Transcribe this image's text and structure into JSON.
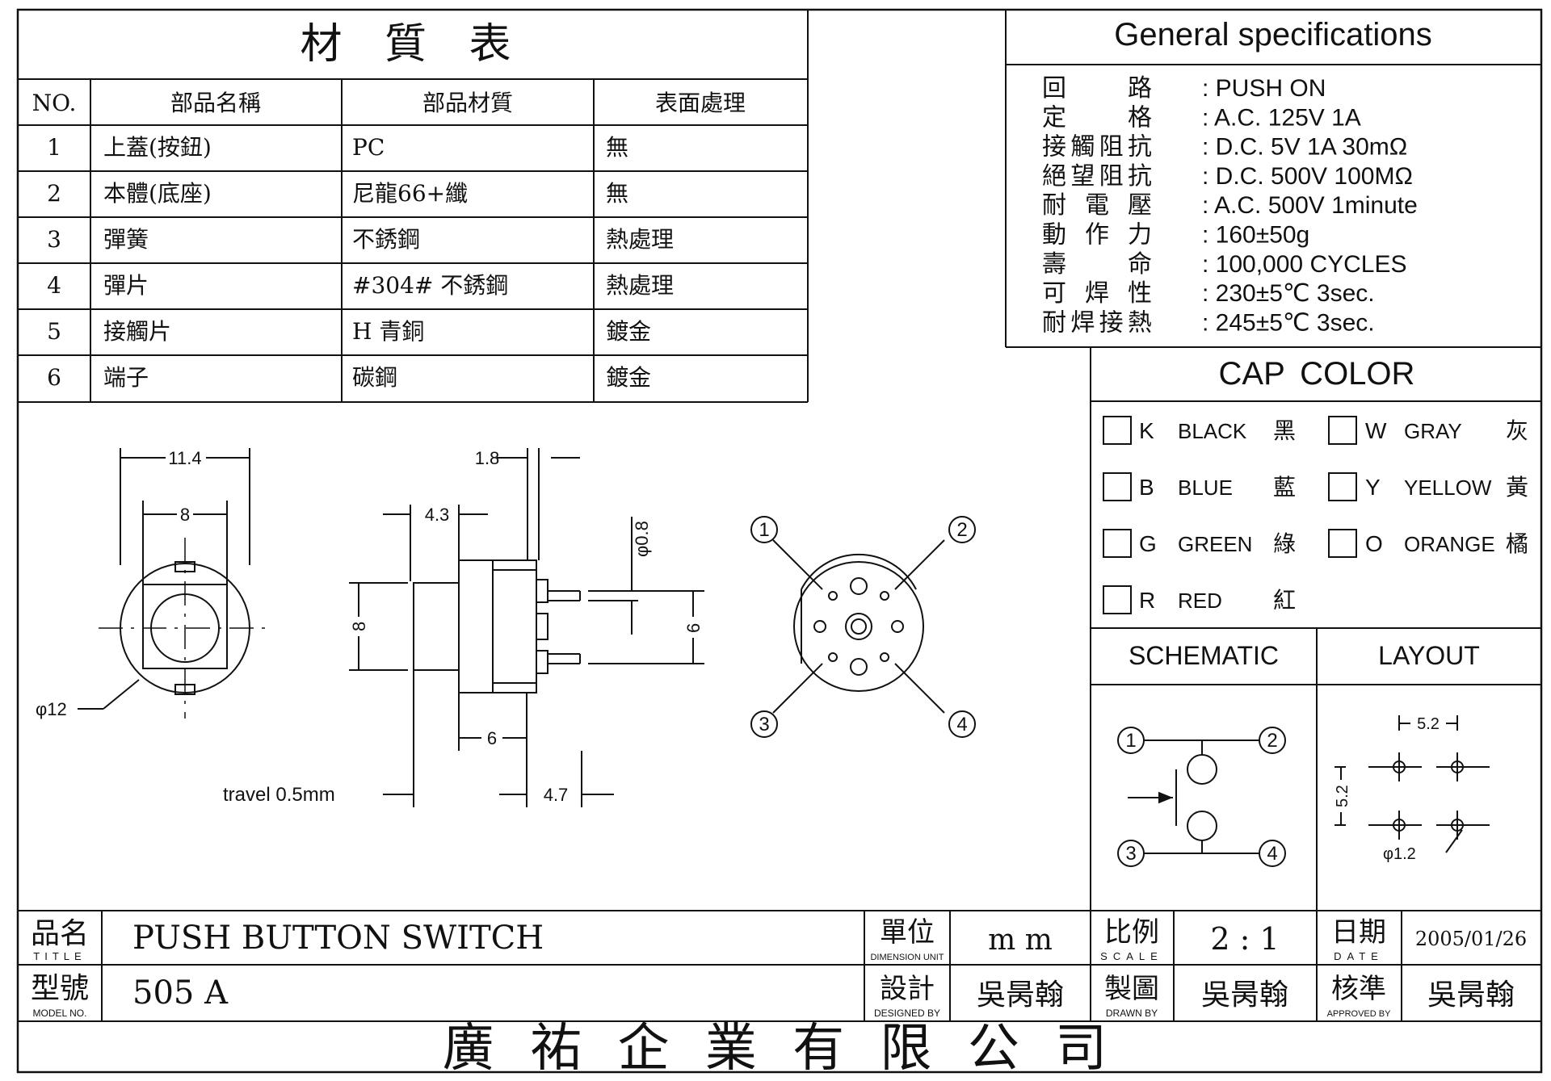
{
  "material_table": {
    "title": "材 質 表",
    "headers": [
      "NO.",
      "部品名稱",
      "部品材質",
      "表面處理"
    ],
    "rows": [
      [
        "1",
        "上蓋(按鈕)",
        "PC",
        "無"
      ],
      [
        "2",
        "本體(底座)",
        "尼龍66+纖",
        "無"
      ],
      [
        "3",
        "彈簧",
        "不銹鋼",
        "熱處理"
      ],
      [
        "4",
        "彈片",
        "#304# 不銹鋼",
        "熱處理"
      ],
      [
        "5",
        "接觸片",
        "H 青銅",
        "鍍金"
      ],
      [
        "6",
        "端子",
        "碳鋼",
        "鍍金"
      ]
    ]
  },
  "general_specs": {
    "title": "General specifications",
    "rows": [
      {
        "label": "回 路",
        "value": ": PUSH ON"
      },
      {
        "label": "定 格",
        "value": ": A.C. 125V 1A"
      },
      {
        "label": "接觸阻抗",
        "value": ": D.C. 5V 1A 30mΩ"
      },
      {
        "label": "絕望阻抗",
        "value": ": D.C. 500V 100MΩ"
      },
      {
        "label": "耐 電 壓",
        "value": ": A.C. 500V 1minute"
      },
      {
        "label": "動 作 力",
        "value": ": 160±50g"
      },
      {
        "label": "壽 命",
        "value": ": 100,000 CYCLES"
      },
      {
        "label": "可 焊 性",
        "value": ": 230±5℃ 3sec."
      },
      {
        "label": "耐焊接熱",
        "value": ": 245±5℃ 3sec."
      }
    ]
  },
  "cap_color": {
    "title": "CAP COLOR",
    "options": [
      {
        "code": "K",
        "name": "BLACK",
        "cn": "黑"
      },
      {
        "code": "W",
        "name": "GRAY",
        "cn": "灰"
      },
      {
        "code": "B",
        "name": "BLUE",
        "cn": "藍"
      },
      {
        "code": "Y",
        "name": "YELLOW",
        "cn": "黃"
      },
      {
        "code": "G",
        "name": "GREEN",
        "cn": "綠"
      },
      {
        "code": "O",
        "name": "ORANGE",
        "cn": "橘"
      },
      {
        "code": "R",
        "name": "RED",
        "cn": "紅"
      }
    ]
  },
  "schematic_title": "SCHEMATIC",
  "layout_title": "LAYOUT",
  "dims": {
    "front_width": "11.4",
    "front_inner": "8",
    "front_dia": "φ12",
    "side_pin": "1.8",
    "side_43": "4.3",
    "side_pin_dia": "φ0.8",
    "side_height": "8",
    "side_pin_spacing": "6",
    "side_body": "6",
    "side_travel_len": "4.7",
    "travel": "travel 0.5mm",
    "layout_x": "5.2",
    "layout_y": "5.2",
    "layout_hole": "φ1.2"
  },
  "pins": [
    "1",
    "2",
    "3",
    "4"
  ],
  "title_block": {
    "title_label_cn": "品名",
    "title_label_en": "TITLE",
    "title_value": "PUSH BUTTON SWITCH",
    "unit_label_cn": "單位",
    "unit_label_en": "DIMENSION UNIT",
    "unit_value": "m m",
    "scale_label_cn": "比例",
    "scale_label_en": "SCALE",
    "scale_value": "2 : 1",
    "date_label_cn": "日期",
    "date_label_en": "DATE",
    "date_value": "2005/01/26",
    "model_label_cn": "型號",
    "model_label_en": "MODEL NO.",
    "model_value": "505 A",
    "designed_label_cn": "設計",
    "designed_label_en": "DESIGNED BY",
    "designed_value": "吳昺翰",
    "drawn_label_cn": "製圖",
    "drawn_label_en": "DRAWN BY",
    "drawn_value": "吳昺翰",
    "approved_label_cn": "核準",
    "approved_label_en": "APPROVED BY",
    "approved_value": "吳昺翰",
    "company": "廣 祐 企 業 有 限 公 司"
  }
}
